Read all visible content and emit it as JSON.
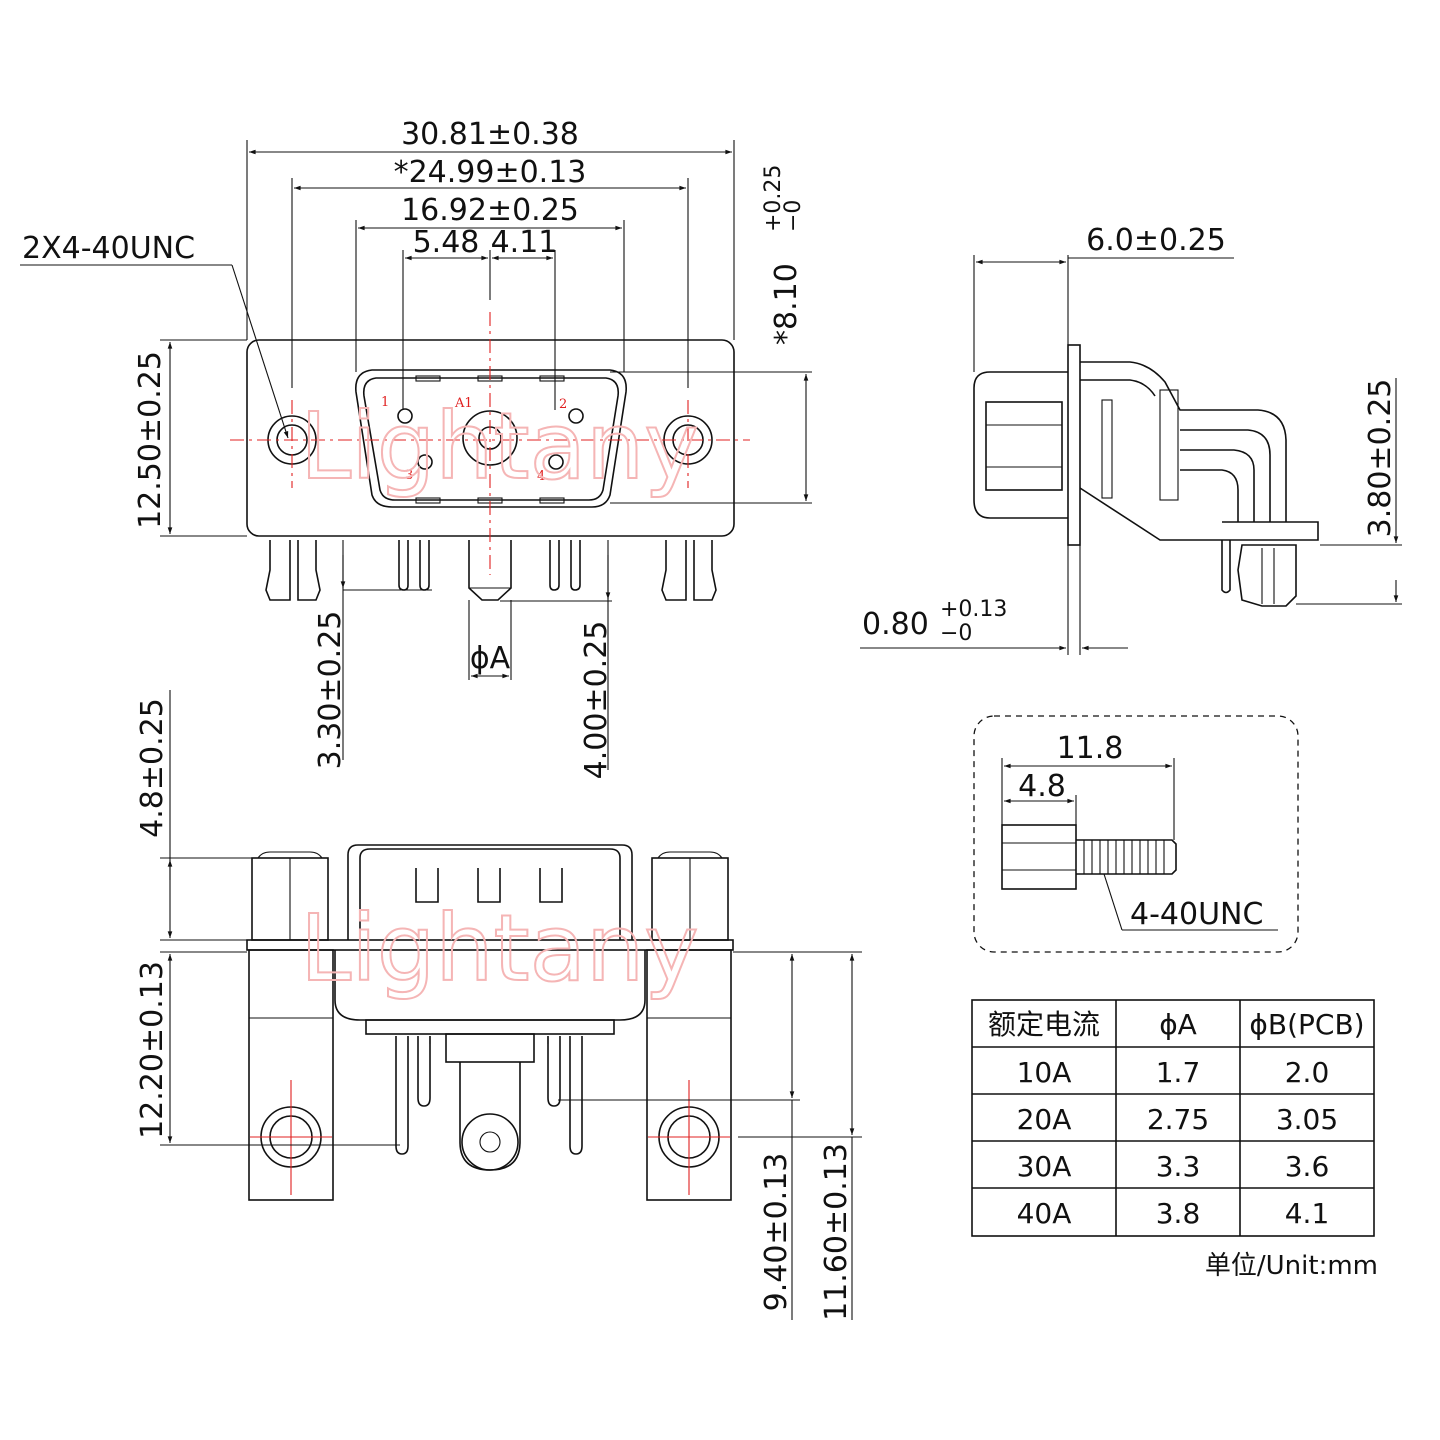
{
  "watermark": "Lightany",
  "pin_labels": {
    "p1": "1",
    "a1": "A1",
    "p2": "2",
    "p3": "3",
    "p4": "4"
  },
  "dimensions": {
    "overall_width": "30.81±0.38",
    "hole_spacing": "*24.99±0.13",
    "shell_width": "16.92±0.25",
    "pin_left": "5.48",
    "pin_right": "4.11",
    "thread_front": "2X4-40UNC",
    "plate_height": "12.50±0.25",
    "shell_height": "*8.10",
    "shell_height_tol_plus": "+0.25",
    "shell_height_tol_minus": "−0",
    "signal_pin_length": "3.30±0.25",
    "power_pin_length": "4.00±0.25",
    "phi_a": "ϕA",
    "nut_depth": "6.0±0.25",
    "flange_thickness": "0.80",
    "flange_tol_plus": "+0.13",
    "flange_tol_minus": "−0",
    "lock_height": "3.80±0.25",
    "nut_height": "4.8±0.25",
    "mount_depth": "12.20±0.13",
    "pin_row_1": "9.40±0.13",
    "pin_row_2": "11.60±0.13"
  },
  "screw_detail": {
    "total_length": "11.8",
    "head_length": "4.8",
    "thread": "4-40UNC"
  },
  "table": {
    "headers": [
      "额定电流",
      "ϕA",
      "ϕB(PCB)"
    ],
    "rows": [
      [
        "10A",
        "1.7",
        "2.0"
      ],
      [
        "20A",
        "2.75",
        "3.05"
      ],
      [
        "30A",
        "3.3",
        "3.6"
      ],
      [
        "40A",
        "3.8",
        "4.1"
      ]
    ],
    "unit_note": "单位/Unit:mm"
  }
}
